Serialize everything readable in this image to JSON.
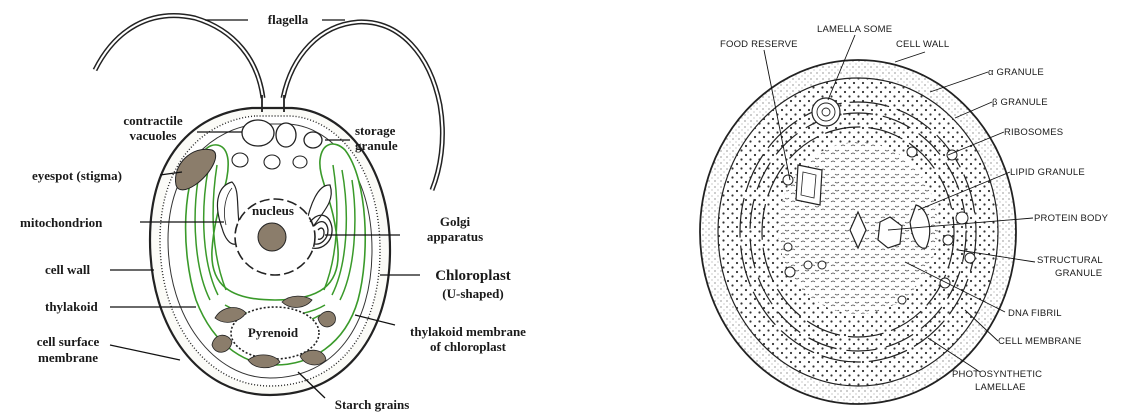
{
  "left_diagram": {
    "labels": {
      "flagella": "flagella",
      "contractile_vacuoles_1": "contractile",
      "contractile_vacuoles_2": "vacuoles",
      "storage_granule_1": "storage",
      "storage_granule_2": "granule",
      "eyespot": "eyespot (stigma)",
      "mitochondrion": "mitochondrion",
      "nucleus": "nucleus",
      "golgi_1": "Golgi",
      "golgi_2": "apparatus",
      "cell_wall": "cell wall",
      "chloroplast": "Chloroplast",
      "chloroplast_shape": "(U-shaped)",
      "thylakoid": "thylakoid",
      "pyrenoid": "Pyrenoid",
      "cell_surface_membrane_1": "cell surface",
      "cell_surface_membrane_2": "membrane",
      "thylakoid_membrane_1": "thylakoid membrane",
      "thylakoid_membrane_2": "of chloroplast",
      "starch_grains": "Starch grains"
    },
    "colors": {
      "chloroplast": "#3a9a2a",
      "starch": "#8b7d6b",
      "eyespot": "#8b7d6b",
      "nucleolus": "#8b7d6b"
    }
  },
  "right_diagram": {
    "labels": {
      "food_reserve": "FOOD RESERVE",
      "lamella_some": "LAMELLA SOME",
      "cell_wall": "CELL WALL",
      "alpha_granule": "α GRANULE",
      "beta_granule": "β GRANULE",
      "ribosomes": "RIBOSOMES",
      "lipid_granule": "LIPID GRANULE",
      "protein_body": "PROTEIN BODY",
      "structural_granule_1": "STRUCTURAL",
      "structural_granule_2": "GRANULE",
      "dna_fibril": "DNA FIBRIL",
      "cell_membrane": "CELL MEMBRANE",
      "photosynthetic_lamellae_1": "PHOTOSYNTHETIC",
      "photosynthetic_lamellae_2": "LAMELLAE"
    }
  }
}
